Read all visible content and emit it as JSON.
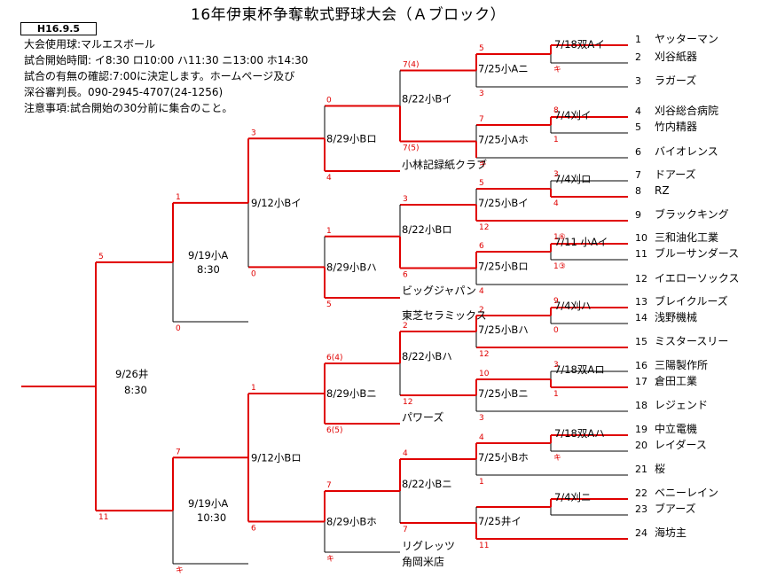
{
  "title": "16年伊東杯争奪軟式野球大会（Ａブロック）",
  "date_box": "H16.9.5",
  "notes": [
    "大会使用球:マルエスボール",
    "試合開始時間: イ8:30 ロ10:00 ハ11:30 ニ13:00 ホ14:30",
    "試合の有無の確認:7:00に決定します。ホームページ及び",
    "深谷審判長。090-2945-4707(24-1256)",
    "注意事項:試合開始の30分前に集合のこと。"
  ],
  "teams": [
    {
      "seed": "1",
      "name": "ヤッターマン"
    },
    {
      "seed": "2",
      "name": "刈谷紙器"
    },
    {
      "seed": "3",
      "name": "ラガーズ"
    },
    {
      "seed": "4",
      "name": "刈谷総合病院"
    },
    {
      "seed": "5",
      "name": "竹内精器"
    },
    {
      "seed": "6",
      "name": "バイオレンス"
    },
    {
      "seed": "7",
      "name": "ドアーズ"
    },
    {
      "seed": "8",
      "name": "RZ"
    },
    {
      "seed": "9",
      "name": "ブラックキング"
    },
    {
      "seed": "10",
      "name": "三和油化工業"
    },
    {
      "seed": "11",
      "name": "ブルーサンダース"
    },
    {
      "seed": "12",
      "name": "イエローソックス"
    },
    {
      "seed": "13",
      "name": "ブレイクルーズ"
    },
    {
      "seed": "14",
      "name": "浅野機械"
    },
    {
      "seed": "15",
      "name": "ミスタースリー"
    },
    {
      "seed": "16",
      "name": "三陽製作所"
    },
    {
      "seed": "17",
      "name": "倉田工業"
    },
    {
      "seed": "18",
      "name": "レジェンド"
    },
    {
      "seed": "19",
      "name": "中立電機"
    },
    {
      "seed": "20",
      "name": "レイダース"
    },
    {
      "seed": "21",
      "name": "桜"
    },
    {
      "seed": "22",
      "name": "ベニーレイン"
    },
    {
      "seed": "23",
      "name": "ブアーズ"
    },
    {
      "seed": "24",
      "name": "海坊主"
    }
  ],
  "left_teams": [
    "小林記録紙クラブ",
    "ビッグジャパン",
    "東芝セラミックス",
    "パワーズ",
    "リグレッツ",
    "角岡米店"
  ],
  "matches": [
    {
      "label": "7/18双Aイ",
      "top": "",
      "bot": "キ"
    },
    {
      "label": "7/4刈イ",
      "top": "8",
      "bot": "1"
    },
    {
      "label": "7/4刈ロ",
      "top": "3",
      "bot": "4"
    },
    {
      "label": "7/11 小Aイ",
      "top": "1⑥",
      "bot": "1③"
    },
    {
      "label": "7/4刈ハ",
      "top": "9",
      "bot": "0"
    },
    {
      "label": "7/18双Aロ",
      "top": "3",
      "bot": "1"
    },
    {
      "label": "7/18双Aハ",
      "top": "",
      "bot": "キ"
    },
    {
      "label": "7/4刈ニ",
      "top": "",
      "bot": ""
    },
    {
      "label": "7/25小Aニ",
      "top": "5",
      "bot": "3"
    },
    {
      "label": "7/25小Aホ",
      "top": "7",
      "bot": "キ"
    },
    {
      "label": "7/25小Bイ",
      "top": "5",
      "bot": "12"
    },
    {
      "label": "7/25小Bロ",
      "top": "6",
      "bot": "4"
    },
    {
      "label": "7/25小Bハ",
      "top": "2",
      "bot": "12"
    },
    {
      "label": "7/25小Bニ",
      "top": "10",
      "bot": "3"
    },
    {
      "label": "7/25小Bホ",
      "top": "4",
      "bot": "1"
    },
    {
      "label": "7/25井イ",
      "top": "",
      "bot": "11"
    },
    {
      "label": "8/22小Bイ",
      "top": "7(4)",
      "bot": "7(5)"
    },
    {
      "label": "8/22小Bロ",
      "top": "3",
      "bot": "6"
    },
    {
      "label": "8/22小Bハ",
      "top": "2",
      "bot": "12"
    },
    {
      "label": "8/22小Bニ",
      "top": "4",
      "bot": "7"
    },
    {
      "label": "8/29小Bロ",
      "top": "0",
      "bot": "4"
    },
    {
      "label": "8/29小Bハ",
      "top": "1",
      "bot": "5"
    },
    {
      "label": "8/29小Bニ",
      "top": "6(4)",
      "bot": "6(5)"
    },
    {
      "label": "8/29小Bホ",
      "top": "7",
      "bot": "キ"
    },
    {
      "label": "9/12小Bイ",
      "top": "3",
      "bot": "0"
    },
    {
      "label": "9/12小Bロ",
      "top": "1",
      "bot": "6"
    },
    {
      "label": "9/19小A",
      "time": "8:30",
      "top": "1",
      "bot": "0"
    },
    {
      "label": "9/19小A",
      "time": "10:30",
      "top": "7",
      "bot": "キ"
    },
    {
      "label": "9/26井",
      "time": "8:30",
      "top": "5",
      "bot": "11"
    }
  ]
}
